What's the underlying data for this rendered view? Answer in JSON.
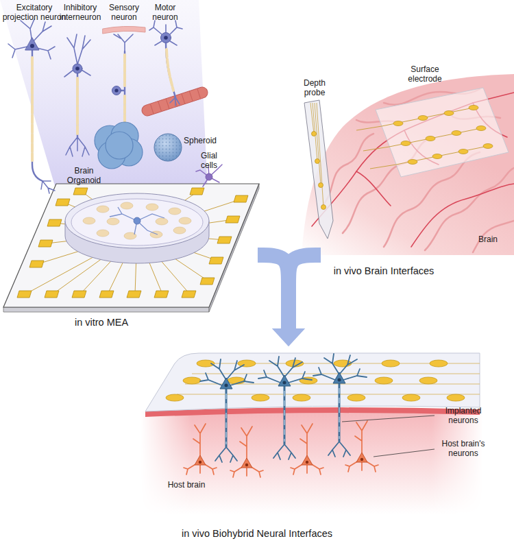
{
  "diagram": {
    "nodes": [
      {
        "text": [
          "in vitro MEA"
        ]
      },
      {
        "text": [
          "in vivo Brain Interfaces"
        ]
      },
      {
        "text": [
          "in vivo Biohybrid Neural Interfaces"
        ]
      }
    ],
    "edges": [
      {
        "from": 0,
        "to": 2,
        "arrow": "to"
      },
      {
        "from": 1,
        "to": 2,
        "arrow": "to"
      }
    ],
    "labels": [
      "Excitatory projection neuron",
      "Inhibitory interneuron",
      "Sensory neuron",
      "Motor neuron",
      "Glial cells",
      "Brain Organoid",
      "Spheroid",
      "Depth probe",
      "Surface electrode",
      "Brain",
      "Implanted neurons",
      "Host brain's neurons",
      "Host brain"
    ]
  }
}
